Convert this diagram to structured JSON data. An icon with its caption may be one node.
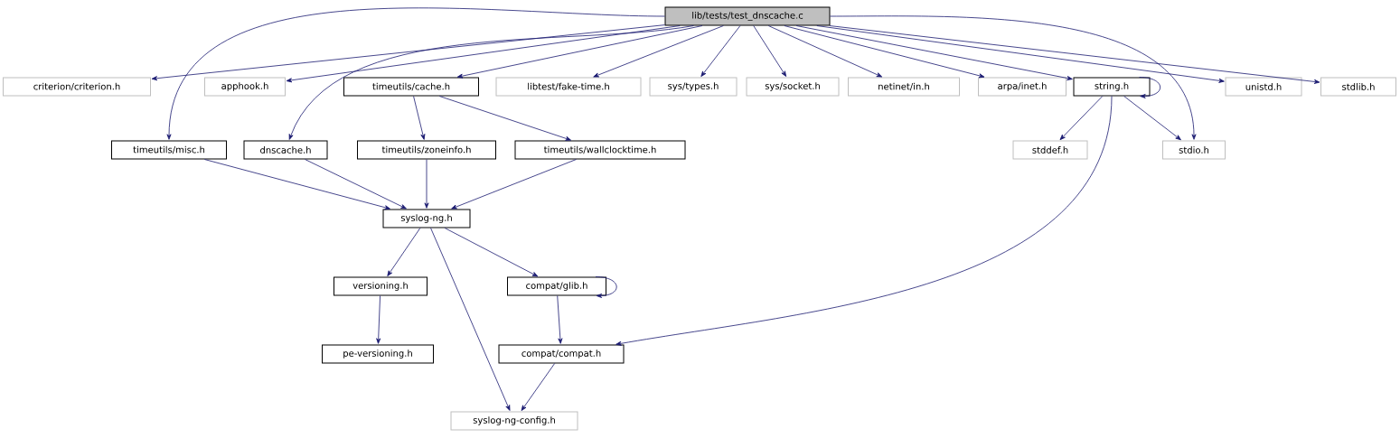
{
  "diagram": {
    "nodes": [
      {
        "text": [
          "lib/tests/test_dnscache.c"
        ]
      },
      {
        "text": [
          "criterion/criterion.h"
        ]
      },
      {
        "text": [
          "apphook.h"
        ]
      },
      {
        "text": [
          "timeutils/cache.h"
        ]
      },
      {
        "text": [
          "libtest/fake-time.h"
        ]
      },
      {
        "text": [
          "sys/types.h"
        ]
      },
      {
        "text": [
          "sys/socket.h"
        ]
      },
      {
        "text": [
          "netinet/in.h"
        ]
      },
      {
        "text": [
          "arpa/inet.h"
        ]
      },
      {
        "text": [
          "string.h"
        ]
      },
      {
        "text": [
          "unistd.h"
        ]
      },
      {
        "text": [
          "stdlib.h"
        ]
      },
      {
        "text": [
          "timeutils/misc.h"
        ]
      },
      {
        "text": [
          "dnscache.h"
        ]
      },
      {
        "text": [
          "timeutils/zoneinfo.h"
        ]
      },
      {
        "text": [
          "timeutils/wallclocktime.h"
        ]
      },
      {
        "text": [
          "stddef.h"
        ]
      },
      {
        "text": [
          "stdio.h"
        ]
      },
      {
        "text": [
          "syslog-ng.h"
        ]
      },
      {
        "text": [
          "versioning.h"
        ]
      },
      {
        "text": [
          "compat/glib.h"
        ]
      },
      {
        "text": [
          "pe-versioning.h"
        ]
      },
      {
        "text": [
          "compat/compat.h"
        ]
      },
      {
        "text": [
          "syslog-ng-config.h"
        ]
      }
    ],
    "edges": [
      {
        "from": 0,
        "to": 1,
        "arrow": "to"
      },
      {
        "from": 0,
        "to": 12,
        "arrow": "to"
      },
      {
        "from": 0,
        "to": 2,
        "arrow": "to"
      },
      {
        "from": 0,
        "to": 13,
        "arrow": "to"
      },
      {
        "from": 0,
        "to": 3,
        "arrow": "to"
      },
      {
        "from": 0,
        "to": 4,
        "arrow": "to"
      },
      {
        "from": 0,
        "to": 5,
        "arrow": "to"
      },
      {
        "from": 0,
        "to": 6,
        "arrow": "to"
      },
      {
        "from": 0,
        "to": 7,
        "arrow": "to"
      },
      {
        "from": 0,
        "to": 8,
        "arrow": "to"
      },
      {
        "from": 0,
        "to": 9,
        "arrow": "to"
      },
      {
        "from": 0,
        "to": 17,
        "arrow": "to"
      },
      {
        "from": 0,
        "to": 10,
        "arrow": "to"
      },
      {
        "from": 0,
        "to": 11,
        "arrow": "to"
      },
      {
        "from": 3,
        "to": 14,
        "arrow": "to"
      },
      {
        "from": 3,
        "to": 15,
        "arrow": "to"
      },
      {
        "from": 9,
        "to": 9,
        "arrow": "to"
      },
      {
        "from": 9,
        "to": 16,
        "arrow": "to"
      },
      {
        "from": 9,
        "to": 17,
        "arrow": "to"
      },
      {
        "from": 9,
        "to": 22,
        "arrow": "to"
      },
      {
        "from": 12,
        "to": 18,
        "arrow": "to"
      },
      {
        "from": 13,
        "to": 18,
        "arrow": "to"
      },
      {
        "from": 14,
        "to": 18,
        "arrow": "to"
      },
      {
        "from": 15,
        "to": 18,
        "arrow": "to"
      },
      {
        "from": 18,
        "to": 19,
        "arrow": "to"
      },
      {
        "from": 18,
        "to": 20,
        "arrow": "to"
      },
      {
        "from": 18,
        "to": 23,
        "arrow": "to"
      },
      {
        "from": 19,
        "to": 21,
        "arrow": "to"
      },
      {
        "from": 20,
        "to": 20,
        "arrow": "to"
      },
      {
        "from": 20,
        "to": 22,
        "arrow": "to"
      },
      {
        "from": 22,
        "to": 23,
        "arrow": "to"
      }
    ]
  }
}
